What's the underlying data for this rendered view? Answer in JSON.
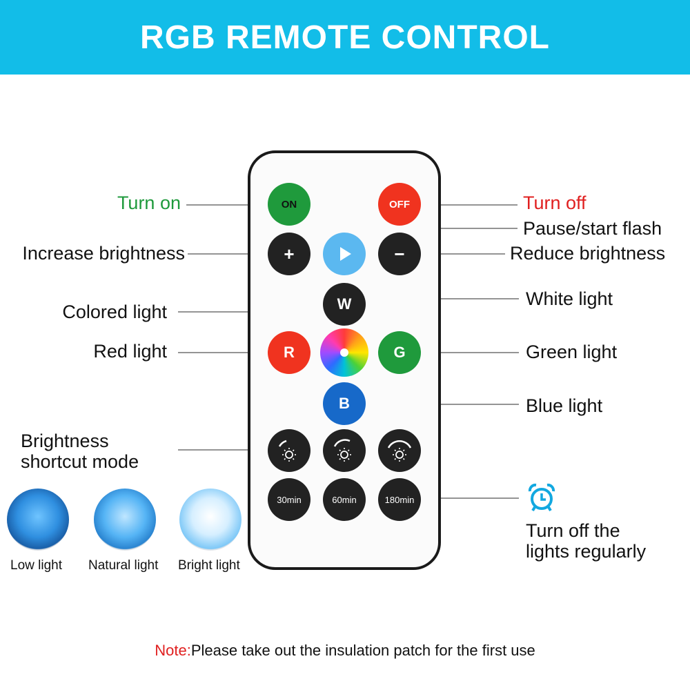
{
  "header": {
    "title": "RGB REMOTE CONTROL"
  },
  "colors": {
    "header_bg": "#12bde8",
    "on_green": "#1f9a3c",
    "off_red": "#f0331f",
    "play_blue": "#5bb8f0",
    "dark_button": "#222222",
    "red_button": "#f0331f",
    "green_button": "#1f9a3c",
    "blue_button": "#1769c9",
    "turn_on_text": "#1f9a3c",
    "turn_off_text": "#e02020",
    "note_red": "#e02020"
  },
  "remote": {
    "on_button": "ON",
    "off_button": "OFF",
    "plus_button": "+",
    "minus_button": "−",
    "play_icon": "play-icon",
    "w_button": "W",
    "r_button": "R",
    "g_button": "G",
    "b_button": "B",
    "color_wheel_icon": "color-wheel-icon",
    "brightness_icons": [
      "sun-low-icon",
      "sun-mid-icon",
      "sun-high-icon"
    ],
    "timer_buttons": [
      "30min",
      "60min",
      "180min"
    ]
  },
  "labels": {
    "turn_on": "Turn on",
    "turn_off": "Turn off",
    "pause_start": "Pause/start flash",
    "increase": "Increase brightness",
    "reduce": "Reduce brightness",
    "colored": "Colored light",
    "white": "White light",
    "red": "Red light",
    "green": "Green light",
    "blue": "Blue light",
    "brightness_shortcut_1": "Brightness",
    "brightness_shortcut_2": "shortcut mode",
    "timer_1": "Turn off the",
    "timer_2": "lights regularly",
    "alarm_icon": "alarm-clock-icon"
  },
  "lamps": {
    "low": "Low light",
    "natural": "Natural light",
    "bright": "Bright light"
  },
  "note": {
    "prefix": "Note:",
    "text": "Please take out the insulation patch for the first use"
  }
}
